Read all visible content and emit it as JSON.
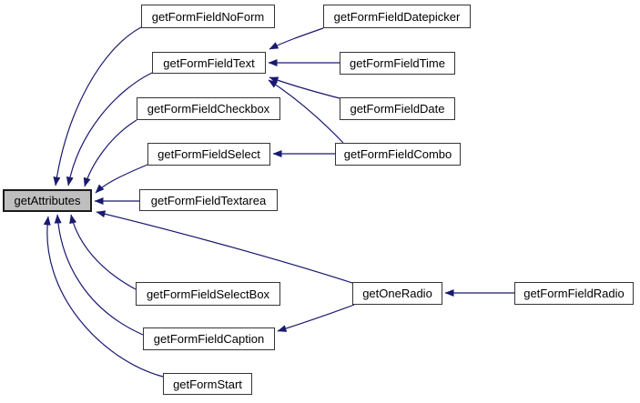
{
  "diagram": {
    "type": "caller-graph",
    "highlighted_node": "getAttributes",
    "colors": {
      "edge": "#191970",
      "node_border": "#353535",
      "node_fill": "#ffffff",
      "highlight_fill": "#bfbfbf",
      "text": "#000000",
      "background": "#ffffff"
    },
    "nodes": [
      {
        "id": "getAttributes",
        "label": "getAttributes",
        "highlighted": true
      },
      {
        "id": "getFormFieldNoForm",
        "label": "getFormFieldNoForm",
        "highlighted": false
      },
      {
        "id": "getFormFieldText",
        "label": "getFormFieldText",
        "highlighted": false
      },
      {
        "id": "getFormFieldCheckbox",
        "label": "getFormFieldCheckbox",
        "highlighted": false
      },
      {
        "id": "getFormFieldSelect",
        "label": "getFormFieldSelect",
        "highlighted": false
      },
      {
        "id": "getFormFieldTextarea",
        "label": "getFormFieldTextarea",
        "highlighted": false
      },
      {
        "id": "getFormFieldDatepicker",
        "label": "getFormFieldDatepicker",
        "highlighted": false
      },
      {
        "id": "getFormFieldTime",
        "label": "getFormFieldTime",
        "highlighted": false
      },
      {
        "id": "getFormFieldDate",
        "label": "getFormFieldDate",
        "highlighted": false
      },
      {
        "id": "getFormFieldCombo",
        "label": "getFormFieldCombo",
        "highlighted": false
      },
      {
        "id": "getFormFieldSelectBox",
        "label": "getFormFieldSelectBox",
        "highlighted": false
      },
      {
        "id": "getOneRadio",
        "label": "getOneRadio",
        "highlighted": false
      },
      {
        "id": "getFormFieldRadio",
        "label": "getFormFieldRadio",
        "highlighted": false
      },
      {
        "id": "getFormFieldCaption",
        "label": "getFormFieldCaption",
        "highlighted": false
      },
      {
        "id": "getFormStart",
        "label": "getFormStart",
        "highlighted": false
      }
    ],
    "edges": [
      {
        "from": "getFormFieldNoForm",
        "to": "getAttributes"
      },
      {
        "from": "getFormFieldText",
        "to": "getAttributes"
      },
      {
        "from": "getFormFieldCheckbox",
        "to": "getAttributes"
      },
      {
        "from": "getFormFieldSelect",
        "to": "getAttributes"
      },
      {
        "from": "getFormFieldTextarea",
        "to": "getAttributes"
      },
      {
        "from": "getOneRadio",
        "to": "getAttributes"
      },
      {
        "from": "getFormFieldSelectBox",
        "to": "getAttributes"
      },
      {
        "from": "getFormFieldCaption",
        "to": "getAttributes"
      },
      {
        "from": "getFormStart",
        "to": "getAttributes"
      },
      {
        "from": "getFormFieldDatepicker",
        "to": "getFormFieldText"
      },
      {
        "from": "getFormFieldTime",
        "to": "getFormFieldText"
      },
      {
        "from": "getFormFieldDate",
        "to": "getFormFieldText"
      },
      {
        "from": "getFormFieldCombo",
        "to": "getFormFieldText"
      },
      {
        "from": "getFormFieldCombo",
        "to": "getFormFieldSelect"
      },
      {
        "from": "getFormFieldRadio",
        "to": "getOneRadio"
      },
      {
        "from": "getOneRadio",
        "to": "getFormFieldCaption"
      }
    ]
  }
}
